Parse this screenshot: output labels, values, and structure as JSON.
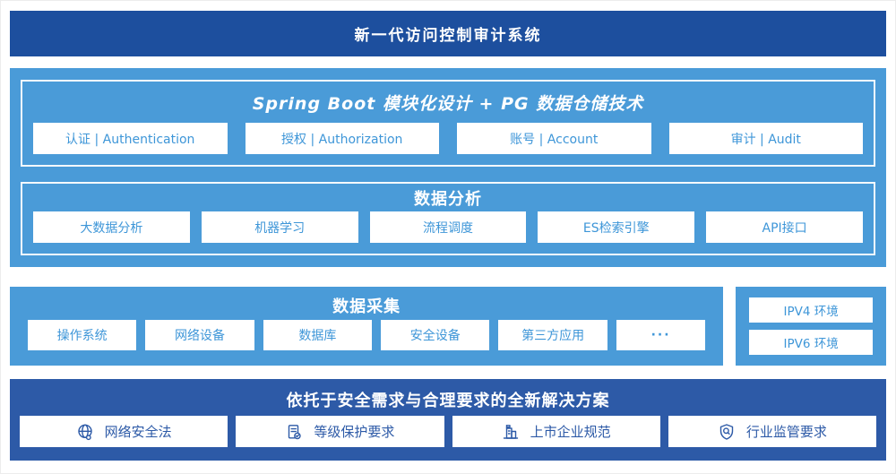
{
  "colors": {
    "header_bg": "#1d4f9e",
    "mid_bg": "#4a9bd8",
    "box_text": "#3e96d8",
    "footer_bg": "#2d5aa7"
  },
  "header": {
    "title": "新一代访问控制审计系统"
  },
  "platform": {
    "title": "Spring Boot 模块化设计 + PG 数据仓储技术",
    "modules": [
      "认证 | Authentication",
      "授权 | Authorization",
      "账号 | Account",
      "审计 | Audit"
    ]
  },
  "analysis": {
    "title": "数据分析",
    "modules": [
      "大数据分析",
      "机器学习",
      "流程调度",
      "ES检索引擎",
      "API接口"
    ]
  },
  "collection": {
    "title": "数据采集",
    "modules": [
      "操作系统",
      "网络设备",
      "数据库",
      "安全设备",
      "第三方应用",
      "···"
    ]
  },
  "environments": {
    "items": [
      "IPV4 环境",
      "IPV6 环境"
    ]
  },
  "solution": {
    "title": "依托于安全需求与合理要求的全新解决方案",
    "items": [
      {
        "icon": "globe-icon",
        "label": "网络安全法"
      },
      {
        "icon": "document-check-icon",
        "label": "等级保护要求"
      },
      {
        "icon": "building-icon",
        "label": "上市企业规范"
      },
      {
        "icon": "shield-search-icon",
        "label": "行业监管要求"
      }
    ]
  }
}
